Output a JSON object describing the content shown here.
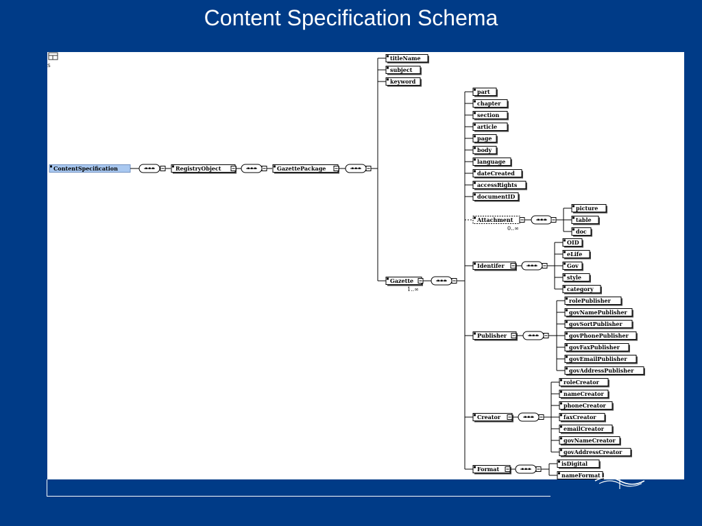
{
  "slide": {
    "title": "Content Specification Schema"
  },
  "colors": {
    "slide_background": "#003B87",
    "canvas_background": "#FFFFFF",
    "root_highlight": "#A9C8F0",
    "line": "#000000"
  },
  "diagram": {
    "icons": {
      "sequence": "sequence-compositor-icon",
      "expand": "expand-toggle-icon",
      "element": "element-icon"
    },
    "root": "ContentSpecification",
    "chain": [
      "RegistryObject",
      "GazettePackage"
    ],
    "package_children": [
      "titleName",
      "subject",
      "keyword"
    ],
    "gazette": {
      "label": "Gazette",
      "occurs": "1..∞",
      "children": [
        "part",
        "chapter",
        "section",
        "article",
        "page",
        "body",
        "language",
        "dateCreated",
        "accessRights",
        "documentID"
      ]
    },
    "attachment": {
      "label": "Attachment",
      "occurs": "0..∞",
      "children": [
        "picture",
        "table",
        "doc"
      ]
    },
    "identifer": {
      "label": "Identifer",
      "children": [
        "OID",
        "eLife",
        "Gov",
        "style",
        "category"
      ]
    },
    "publisher": {
      "label": "Publisher",
      "children": [
        "rolePublisher",
        "govNamePublisher",
        "govSortPublisher",
        "govPhonePublisher",
        "govFaxPublisher",
        "govEmailPublisher",
        "govAddressPublisher"
      ]
    },
    "creator": {
      "label": "Creator",
      "children": [
        "roleCreator",
        "nameCreator",
        "phoneCreator",
        "faxCreator",
        "emailCreator",
        "govNameCreator",
        "govAddressCreator"
      ]
    },
    "format": {
      "label": "Format",
      "children": [
        "isDigital",
        "nameFormat"
      ]
    }
  }
}
